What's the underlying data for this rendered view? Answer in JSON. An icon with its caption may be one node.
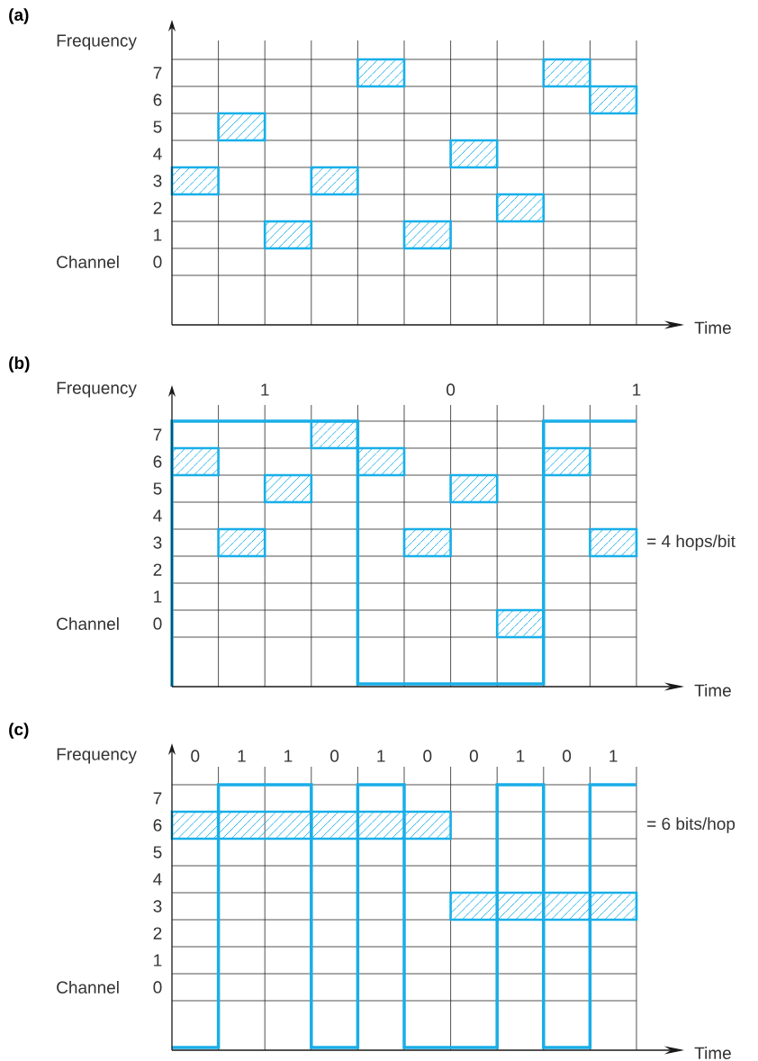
{
  "diagram": {
    "labels": [
      "(a)",
      "Frequency",
      "7",
      "6",
      "5",
      "4",
      "3",
      "2",
      "1",
      "Channel",
      "0",
      "Time",
      "(b)",
      "Frequency",
      "1",
      "0",
      "1",
      "7",
      "6",
      "5",
      "4",
      "3",
      "= 4 hops/bit",
      "2",
      "1",
      "Channel",
      "0",
      "Time",
      "(c)",
      "Frequency",
      "0",
      "1",
      "1",
      "0",
      "1",
      "0",
      "0",
      "1",
      "0",
      "1",
      "7",
      "6",
      "= 6 bits/hop",
      "5",
      "4",
      "3",
      "2",
      "1",
      "Channel",
      "0",
      "Time"
    ]
  }
}
